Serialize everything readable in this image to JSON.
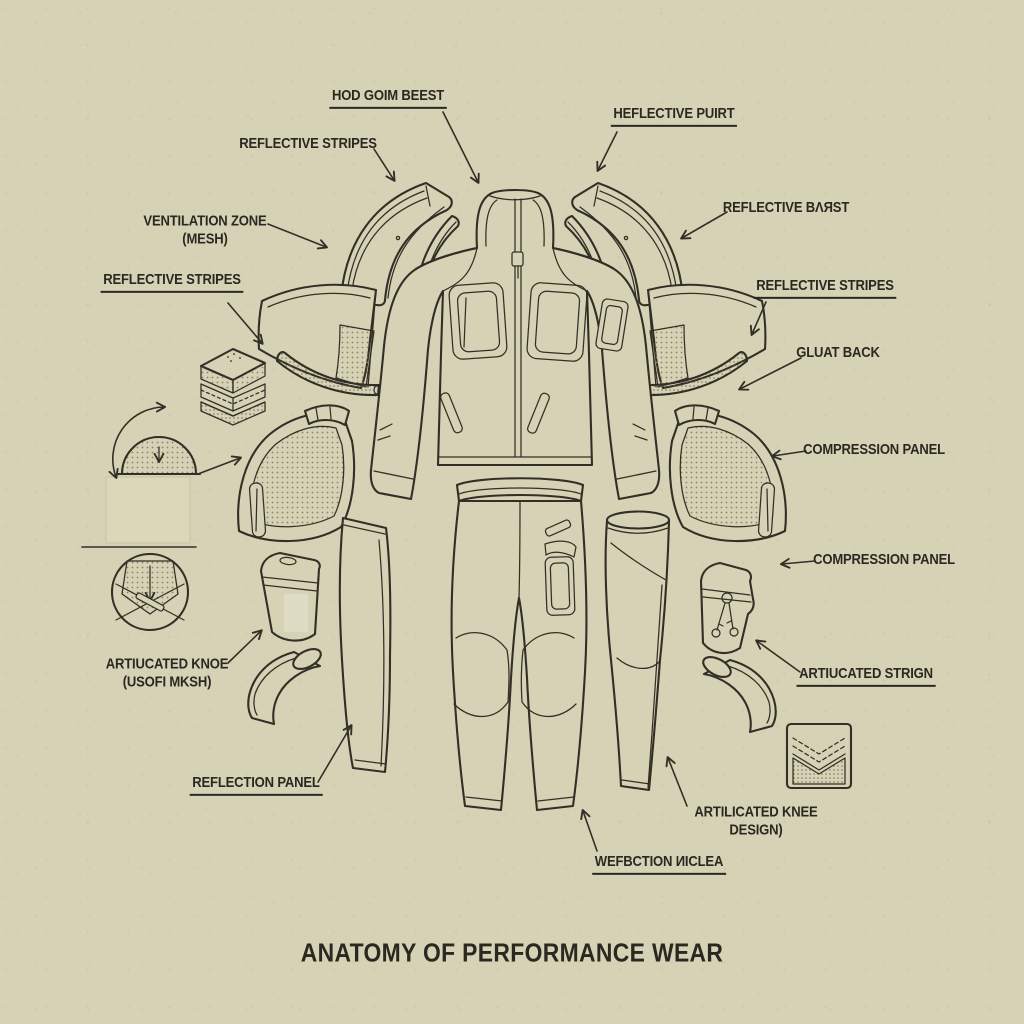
{
  "title": "ANATOMY OF PERFORMANCE WEAR",
  "labels": {
    "hood": {
      "text": "HOD GOIM BEEST",
      "underline": true
    },
    "reflective_puirt": {
      "text": "HEFLECTIVE PUIRT",
      "underline": true
    },
    "reflective_stripes_top": {
      "text": "REFLECTIVE STRIPES",
      "underline": false
    },
    "ventilation_zone": {
      "line1": "VENTILATION ZONE",
      "line2": "(MESH)",
      "underline": false
    },
    "reflective_burst": {
      "text": "REFLECTIVE BΛЯST",
      "underline": false
    },
    "reflective_stripes_left": {
      "text": "REFLECTIVE STRIPES",
      "underline": true
    },
    "reflective_stripes_right": {
      "text": "REFLECTIVE STRIPES",
      "underline": true
    },
    "gluat_back": {
      "text": "GLUAT BACK",
      "underline": false
    },
    "compression_panel_upper": {
      "text": "COMPRESSION PANEL",
      "underline": false
    },
    "compression_panel_lower": {
      "text": "COMPRESSION PANEL",
      "underline": false
    },
    "artiucated_knoe": {
      "line1": "ARTIUCATED KNOE",
      "line2": "(USOFI MKSH)",
      "underline": false
    },
    "reflection_panel": {
      "text": "REFLECTION PANEL",
      "underline": true
    },
    "artiucated_strign": {
      "text": "ARTIUCATED STRIGN",
      "underline": true
    },
    "artilicated_knee": {
      "line1": "ARTILICATED KNEE",
      "line2": "DESIGN)",
      "underline": false
    },
    "wefection": {
      "text": "WEFBCTION ИICLEA",
      "underline": true
    }
  },
  "colors": {
    "background": "#d6d2b5",
    "ink": "#332f26",
    "text": "#2b2822"
  }
}
